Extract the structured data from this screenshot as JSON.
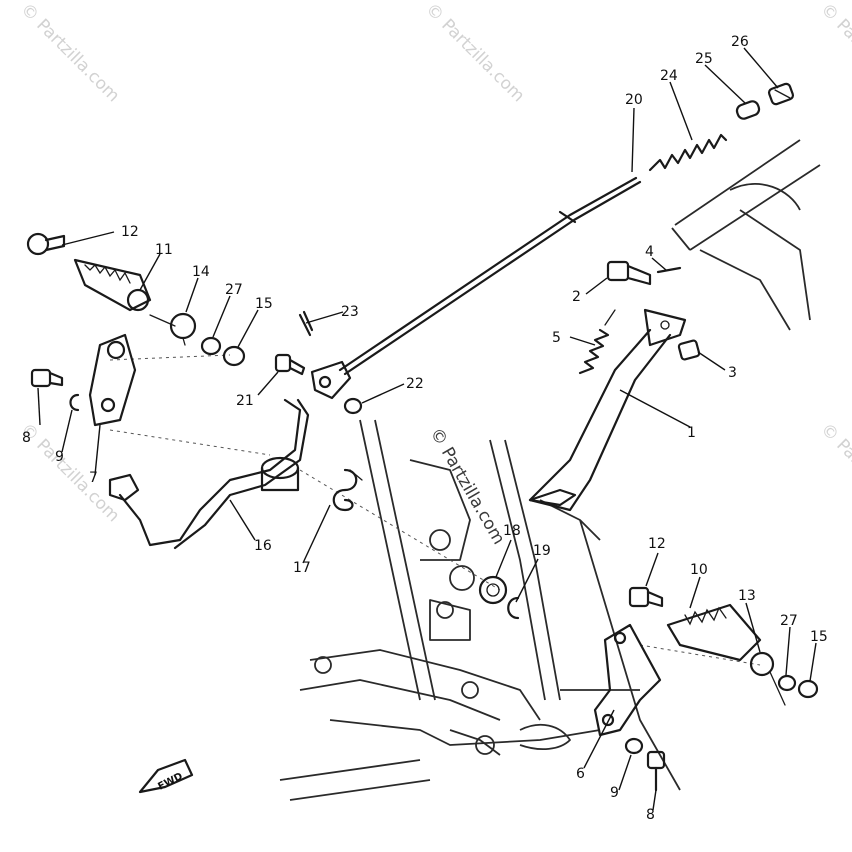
{
  "watermark": {
    "text": "© Partzilla.com"
  },
  "fwd_badge": "FWD",
  "callouts": {
    "c1": "1",
    "c2": "2",
    "c3": "3",
    "c4": "4",
    "c5": "5",
    "c6": "6",
    "c7": "7",
    "c8a": "8",
    "c8b": "8",
    "c9a": "9",
    "c9b": "9",
    "c10": "10",
    "c11": "11",
    "c12a": "12",
    "c12b": "12",
    "c13": "13",
    "c14": "14",
    "c15a": "15",
    "c15b": "15",
    "c16": "16",
    "c17": "17",
    "c18": "18",
    "c19": "19",
    "c20": "20",
    "c21": "21",
    "c22": "22",
    "c23": "23",
    "c24": "24",
    "c25": "25",
    "c26": "26",
    "c27a": "27",
    "c27b": "27"
  }
}
